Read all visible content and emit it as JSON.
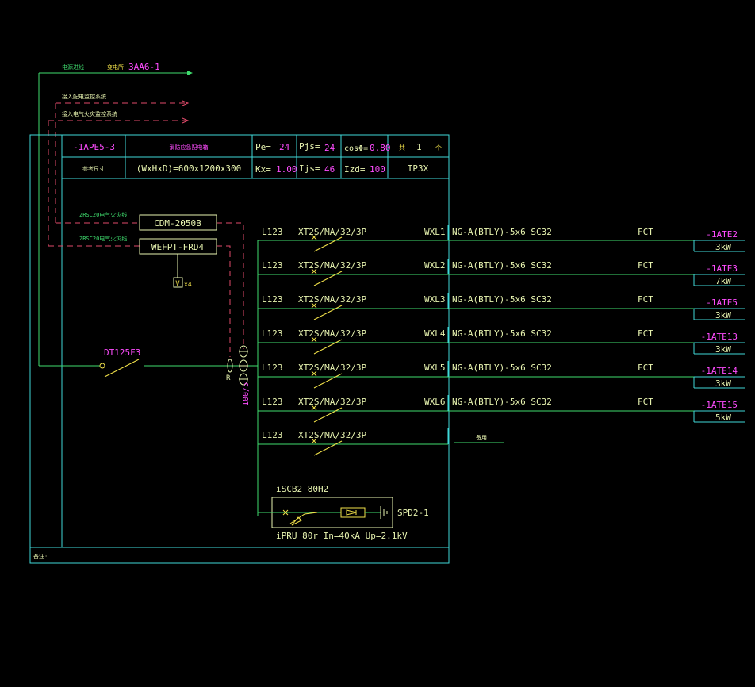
{
  "colors": {
    "frame": "#3fd9d9",
    "text": "#e8f4b0",
    "magenta": "#ff4cff",
    "green": "#3fdc6e",
    "yellow": "#f2e24a",
    "red": "#e04a6a",
    "white": "#ffffff"
  },
  "top_feed": {
    "label1": "电源进线",
    "label2": "变电所",
    "source": "3AA6-1",
    "note1": "接入配电监控系统",
    "note2": "接入电气火灾监控系统"
  },
  "header": {
    "panel_id": "-1APE5-3",
    "panel_type": "消防应急配电箱",
    "size_label": "参考尺寸",
    "size_value": "(WxHxD)=600x1200x300",
    "pe_label": "Pe=",
    "pe_value": "24",
    "pjs_label": "Pjs=",
    "pjs_value": "24",
    "cos_label": "cosΦ=",
    "cos_value": "0.80",
    "kx_label": "Kx=",
    "kx_value": "1.00",
    "ijs_label": "Ijs=",
    "ijs_value": "46",
    "izd_label": "Izd=",
    "izd_value": "100",
    "qty_label": "共",
    "qty_value": "1",
    "qty_unit": "个",
    "ip": "IP3X"
  },
  "monitors": [
    {
      "cable": "ZRSC20电气火灾线",
      "device": "CDM-2050B"
    },
    {
      "cable": "ZRSC20电气火灾线",
      "device": "WEFPT-FRD4"
    }
  ],
  "v_label": "V",
  "v_count": "x4",
  "main_switch": "DT125F3",
  "ct_label": "100/5",
  "r_label": "R",
  "circuits": [
    {
      "phase": "L123",
      "breaker": "XT2S/MA/32/3P",
      "id": "WXL1",
      "cable": "NG-A(BTLY)-5x6 SC32",
      "use": "FCT",
      "target": "-1ATE2",
      "power": "3kW"
    },
    {
      "phase": "L123",
      "breaker": "XT2S/MA/32/3P",
      "id": "WXL2",
      "cable": "NG-A(BTLY)-5x6 SC32",
      "use": "FCT",
      "target": "-1ATE3",
      "power": "7kW"
    },
    {
      "phase": "L123",
      "breaker": "XT2S/MA/32/3P",
      "id": "WXL3",
      "cable": "NG-A(BTLY)-5x6 SC32",
      "use": "FCT",
      "target": "-1ATE5",
      "power": "3kW"
    },
    {
      "phase": "L123",
      "breaker": "XT2S/MA/32/3P",
      "id": "WXL4",
      "cable": "NG-A(BTLY)-5x6 SC32",
      "use": "FCT",
      "target": "-1ATE13",
      "power": "3kW"
    },
    {
      "phase": "L123",
      "breaker": "XT2S/MA/32/3P",
      "id": "WXL5",
      "cable": "NG-A(BTLY)-5x6 SC32",
      "use": "FCT",
      "target": "-1ATE14",
      "power": "3kW"
    },
    {
      "phase": "L123",
      "breaker": "XT2S/MA/32/3P",
      "id": "WXL6",
      "cable": "NG-A(BTLY)-5x6 SC32",
      "use": "FCT",
      "target": "-1ATE15",
      "power": "5kW"
    }
  ],
  "spare": {
    "phase": "L123",
    "breaker": "XT2S/MA/32/3P",
    "label": "备用"
  },
  "spd": {
    "breaker": "iSCB2 80H2",
    "device": "iPRU 80r In=40kA Up=2.1kV",
    "id": "SPD2-1"
  },
  "remark": "备注:"
}
